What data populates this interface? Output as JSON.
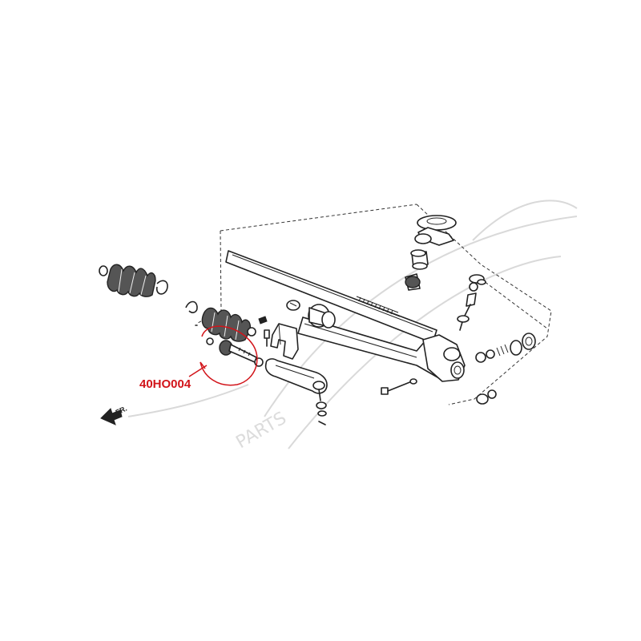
{
  "diagram": {
    "part_code_label": "40HO004",
    "front_marker": "FR.",
    "colors": {
      "line": "#222222",
      "highlight": "#d2141a",
      "background": "#ffffff",
      "watermark": "#d9d9d9"
    },
    "components": [
      "rack-housing",
      "rack-bar",
      "inner-tie-rod",
      "outer-tie-rod-end",
      "boot-left",
      "boot-right",
      "mount-bracket",
      "pinion-valve",
      "upper-mount",
      "end-plug-spring"
    ]
  }
}
